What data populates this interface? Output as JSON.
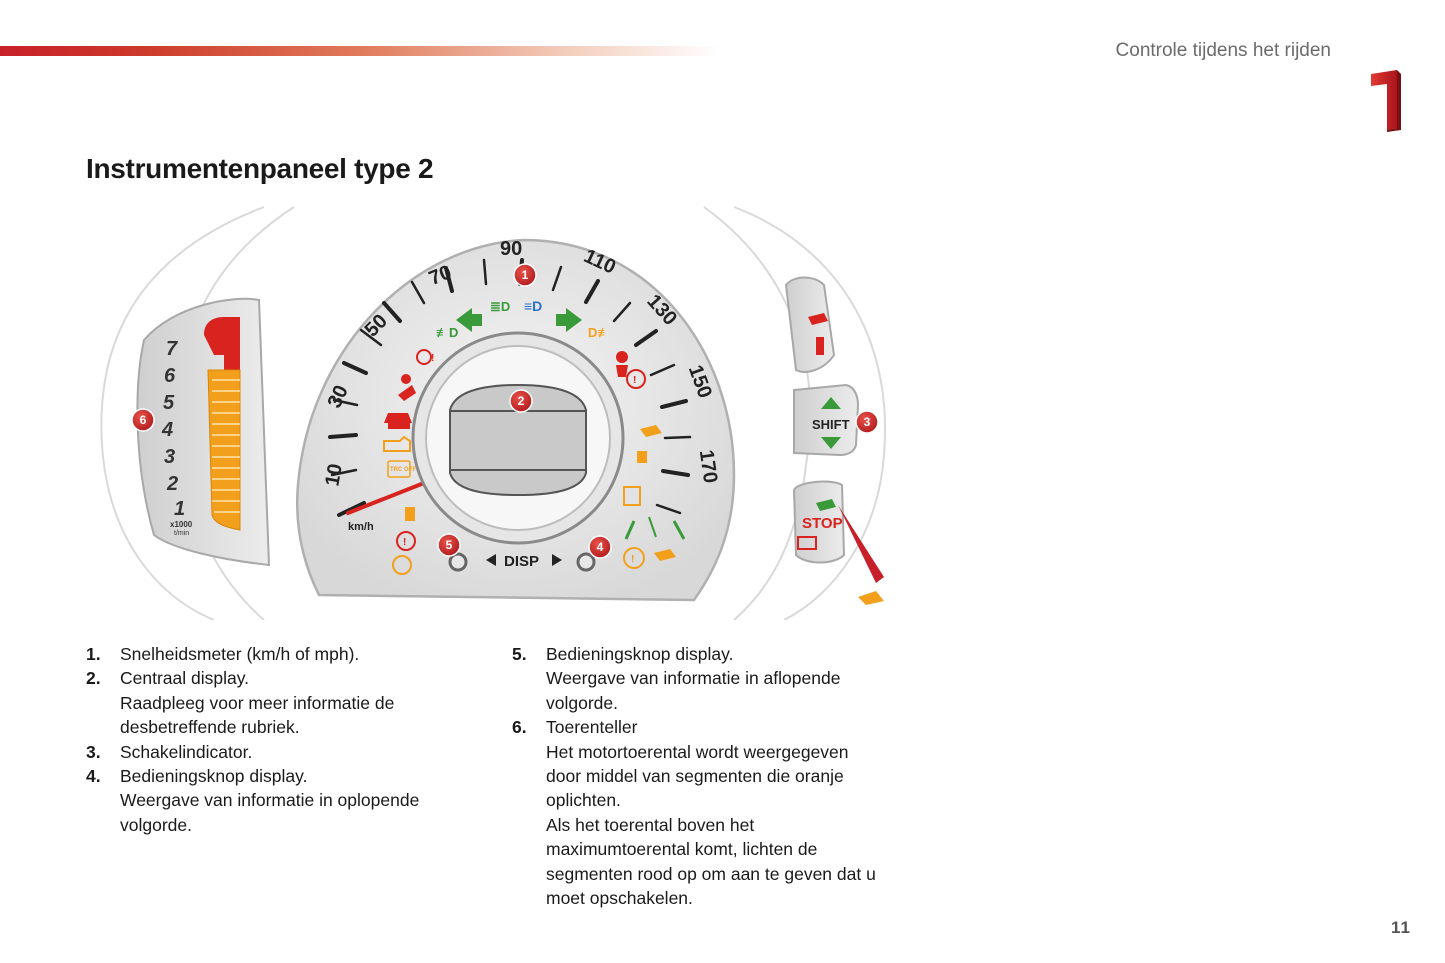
{
  "header": {
    "section_title": "Controle tijdens het rijden",
    "chapter_number": "1"
  },
  "page_title": "Instrumentenpaneel type 2",
  "figure": {
    "callouts": [
      "1",
      "2",
      "3",
      "4",
      "5",
      "6"
    ],
    "speed_ticks": [
      "10",
      "30",
      "50",
      "70",
      "90",
      "110",
      "130",
      "150",
      "170"
    ],
    "speed_unit": "km/h",
    "rpm_ticks": [
      "7",
      "6",
      "5",
      "4",
      "3",
      "2",
      "1"
    ],
    "rpm_unit_top": "x1000",
    "rpm_unit_bottom": "t/min",
    "shift_label": "SHIFT",
    "stop_label": "STOP",
    "disp_label": "DISP",
    "trc_label": "TRC OFF",
    "colors": {
      "callout_red": "#c8202a",
      "warning_red": "#d8231f",
      "amber": "#f2a01c",
      "green": "#3a9a3a"
    }
  },
  "items": [
    {
      "num": "1.",
      "lines": [
        "Snelheidsmeter (km/h of mph)."
      ]
    },
    {
      "num": "2.",
      "lines": [
        "Centraal display.",
        "Raadpleeg voor meer informatie de",
        "desbetreffende rubriek."
      ]
    },
    {
      "num": "3.",
      "lines": [
        "Schakelindicator."
      ]
    },
    {
      "num": "4.",
      "lines": [
        "Bedieningsknop display.",
        "Weergave van informatie in oplopende",
        "volgorde."
      ]
    },
    {
      "num": "5.",
      "lines": [
        "Bedieningsknop display.",
        "Weergave van informatie in aflopende",
        "volgorde."
      ]
    },
    {
      "num": "6.",
      "lines": [
        "Toerenteller",
        "Het motortoerental wordt weergegeven",
        "door middel van segmenten die oranje",
        "oplichten.",
        "Als het toerental boven het",
        "maximumtoerental komt, lichten de",
        "segmenten rood op om aan te geven dat u",
        "moet opschakelen."
      ]
    }
  ],
  "page_number": "11"
}
